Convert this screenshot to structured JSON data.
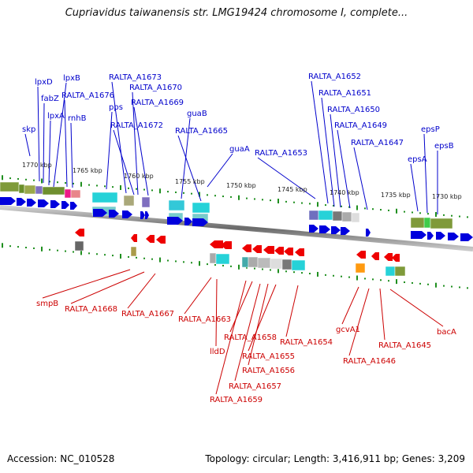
{
  "title": "Cupriavidus taiwanensis str. LMG19424 chromosome I, complete...",
  "footer": {
    "accession": "Accession: NC_010528",
    "topology": "Topology: circular; Length: 3,416,911 bp; Genes: 3,209"
  },
  "colors": {
    "upper_labels": "#0000cc",
    "lower_labels": "#cc0000",
    "forward_genes": "#0000dd",
    "reverse_genes": "#ee0000",
    "tick_marks": "#1f8f1f",
    "backbone": "#777777"
  },
  "scale_labels": [
    "1770 kbp",
    "1765 kbp",
    "1760 kbp",
    "1755 kbp",
    "1750 kbp",
    "1745 kbp",
    "1740 kbp",
    "1735 kbp",
    "1730 kbp"
  ],
  "upper_genes": [
    "skp",
    "lpxD",
    "fabZ",
    "lpxA",
    "lpxB",
    "rnhB",
    "RALTA_A1676",
    "pps",
    "RALTA_A1673",
    "RALTA_A1670",
    "RALTA_A1669",
    "RALTA_A1672",
    "guaB",
    "RALTA_A1665",
    "guaA",
    "RALTA_A1653",
    "RALTA_A1652",
    "RALTA_A1651",
    "RALTA_A1650",
    "RALTA_A1649",
    "RALTA_A1647",
    "epsP",
    "epsB",
    "epsA"
  ],
  "lower_genes": [
    "smpB",
    "RALTA_A1668",
    "RALTA_A1667",
    "RALTA_A1663",
    "lldD",
    "RALTA_A1658",
    "RALTA_A1657",
    "RALTA_A1659",
    "RALTA_A1656",
    "RALTA_A1655",
    "RALTA_A1654",
    "gcvA1",
    "RALTA_A1646",
    "RALTA_A1645",
    "bacA"
  ]
}
